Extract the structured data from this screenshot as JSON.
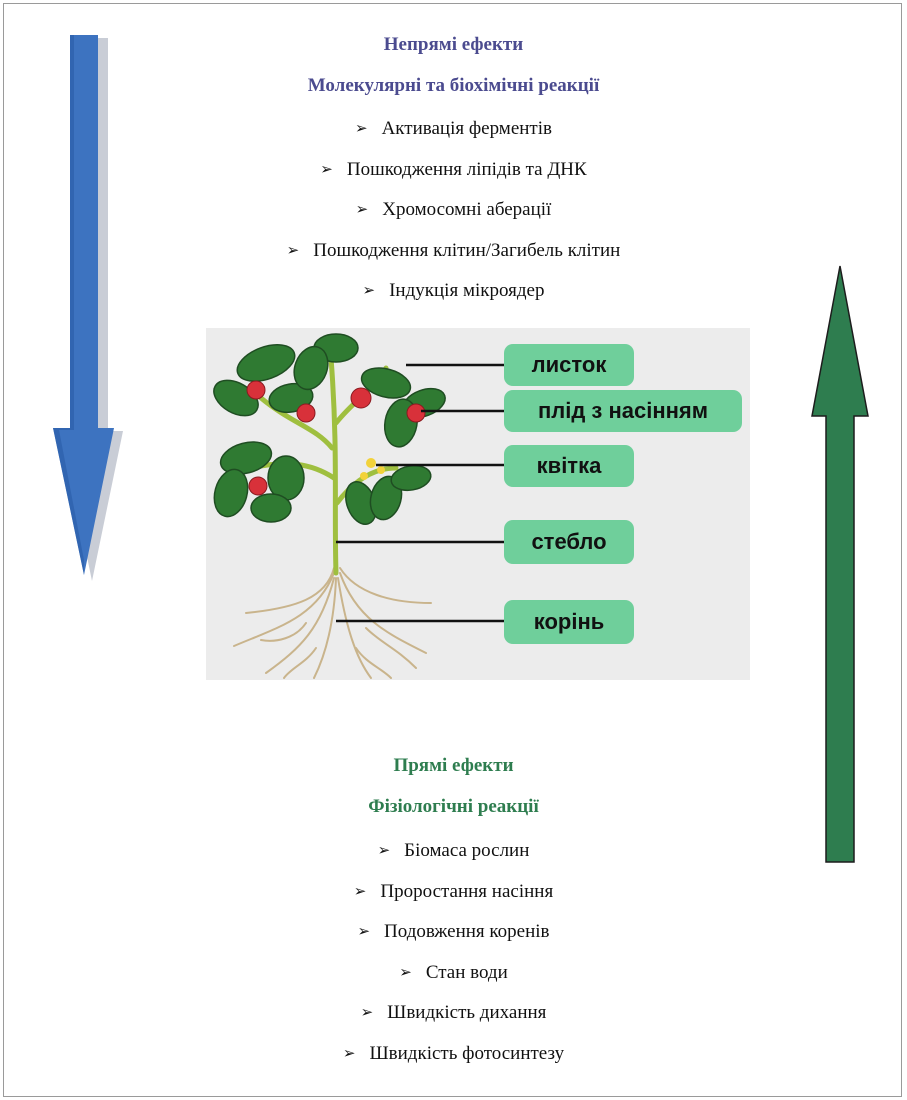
{
  "indirect": {
    "title": "Непрямі ефекти",
    "subtitle": "Молекулярні та біохімічні реакції",
    "items": [
      "Активація ферментів",
      "Пошкодження ліпідів та ДНК",
      "Хромосомні аберації",
      "Пошкодження клітин/Загибель клітин",
      "Індукція мікроядер"
    ]
  },
  "direct": {
    "title": "Прямі ефекти",
    "subtitle": "Фізіологічні реакції",
    "items": [
      "Біомаса рослин",
      "Проростання насіння",
      "Подовження коренів",
      "Стан води",
      "Швидкість дихання",
      "Швидкість фотосинтезу"
    ]
  },
  "plant_labels": {
    "leaf": "листок",
    "fruit": "плід з насінням",
    "flower": "квітка",
    "stem": "стебло",
    "root": "корінь"
  },
  "colors": {
    "indirect_heading": "#4b4b8f",
    "direct_heading": "#2e7d4f",
    "down_arrow": "#3d73c0",
    "up_arrow": "#2e7d4f",
    "label_tag": "#6fcf9b"
  },
  "icons": {
    "bullet": "arrowhead-bullet-icon",
    "left": "down-arrow-icon",
    "right": "up-arrow-icon"
  }
}
